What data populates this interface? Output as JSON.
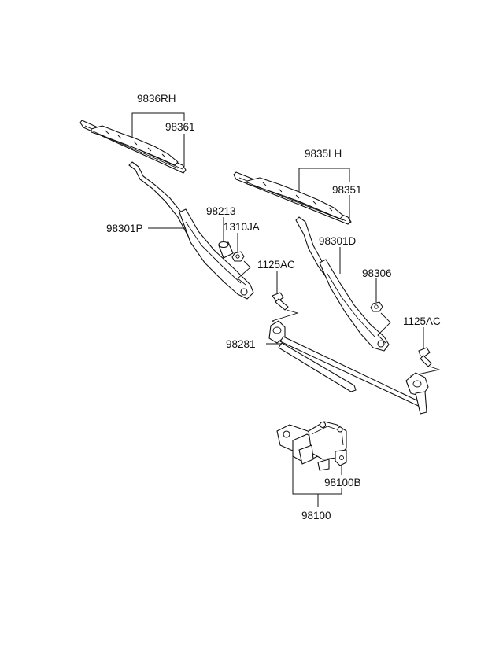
{
  "labels": {
    "p9836RH": "9836RH",
    "p98361": "98361",
    "p9835LH": "9835LH",
    "p98351": "98351",
    "p98213": "98213",
    "p1310JA": "1310JA",
    "p98301P": "98301P",
    "p98301D": "98301D",
    "p1125AC_left": "1125AC",
    "p98306": "98306",
    "p1125AC_right": "1125AC",
    "p98281": "98281",
    "p98100B": "98100B",
    "p98100": "98100"
  }
}
